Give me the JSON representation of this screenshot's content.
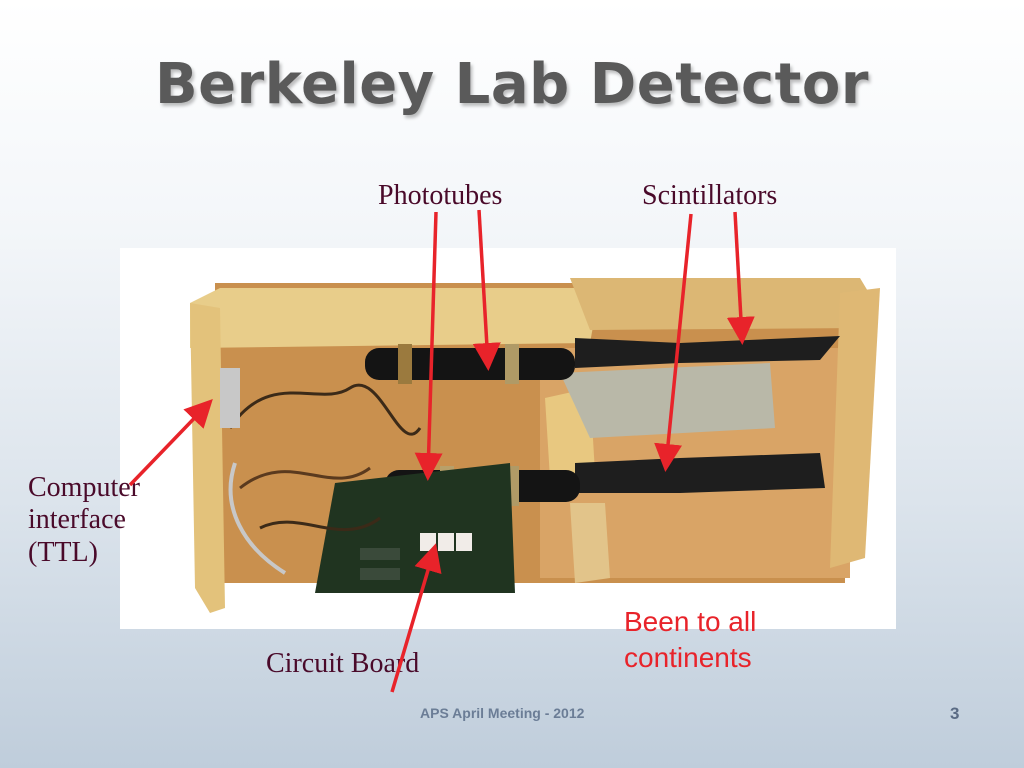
{
  "slide": {
    "title": "Berkeley Lab Detector",
    "photo_icon": "detector-photo",
    "labels": {
      "phototubes": "Phototubes",
      "scintillators": "Scintillators",
      "computer_interface": [
        "Computer",
        "interface",
        "(TTL)"
      ],
      "circuit_board": "Circuit Board",
      "been_to_all": [
        "Been to all",
        "continents"
      ]
    },
    "footer": "APS April Meeting - 2012",
    "page_number": "3",
    "colors": {
      "title": "#5a5a5a",
      "label": "#4a0a2a",
      "arrow": "#e8232a",
      "accent_text": "#e8232a"
    }
  }
}
